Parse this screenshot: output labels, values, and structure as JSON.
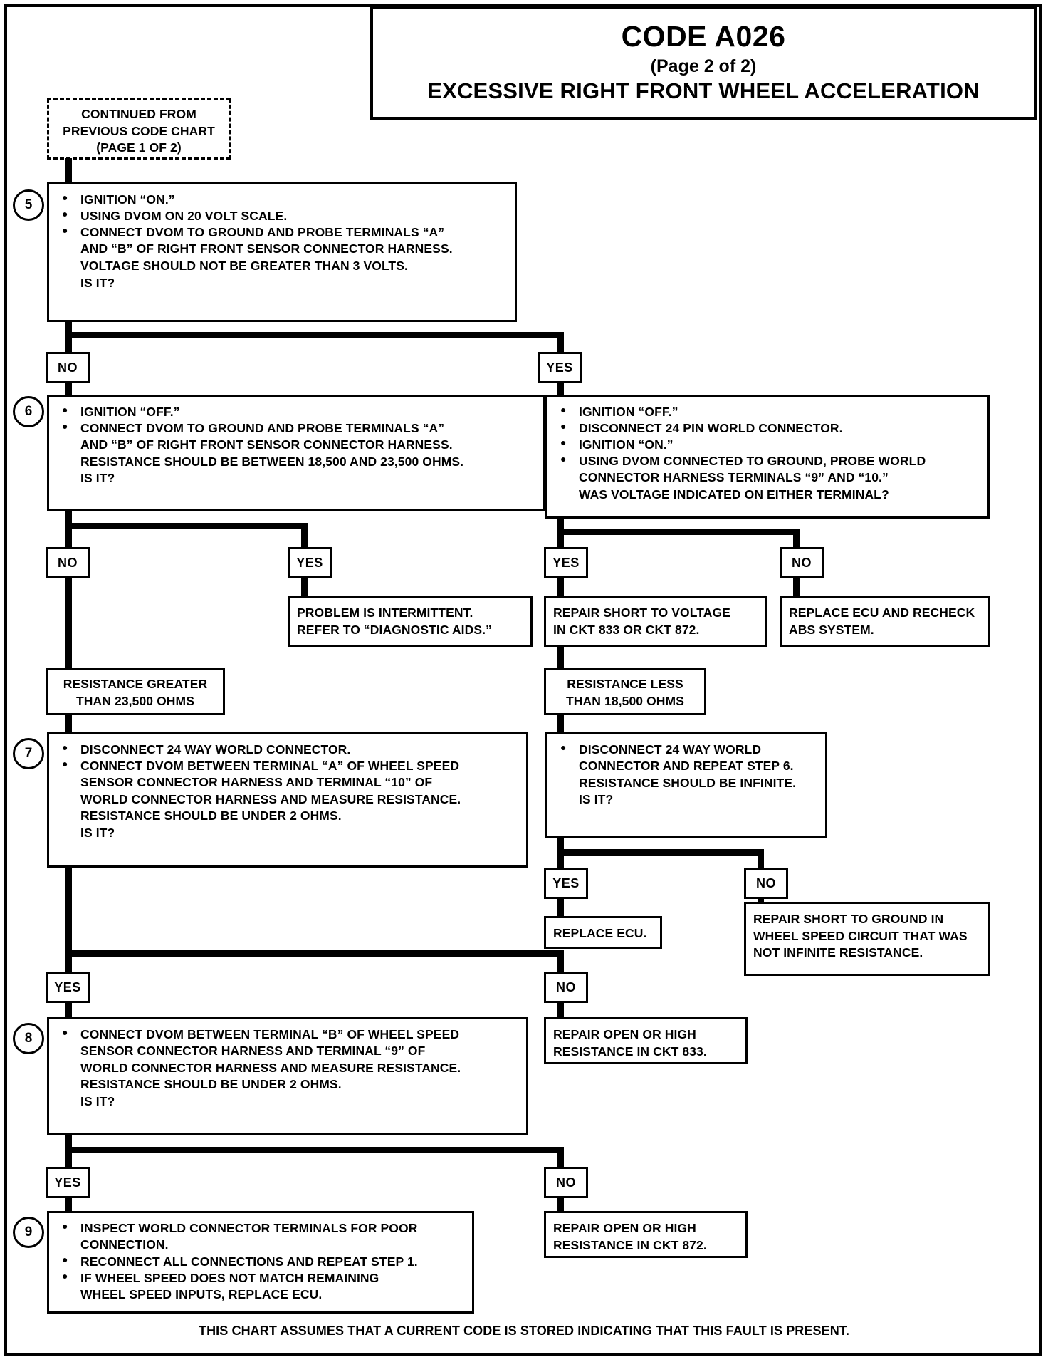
{
  "title": {
    "code": "CODE A026",
    "page": "(Page 2 of 2)",
    "subtitle": "EXCESSIVE RIGHT FRONT WHEEL ACCELERATION"
  },
  "entry": {
    "line1": "CONTINUED FROM",
    "line2": "PREVIOUS CODE CHART",
    "line3": "(PAGE 1 OF 2)"
  },
  "steps": {
    "s5": {
      "number": "5",
      "b1": "IGNITION “ON.”",
      "b2": "USING DVOM ON 20 VOLT SCALE.",
      "b3": "CONNECT DVOM TO GROUND AND PROBE TERMINALS “A”",
      "b3c1": "AND “B” OF RIGHT FRONT SENSOR CONNECTOR HARNESS.",
      "b3c2": "VOLTAGE SHOULD NOT BE GREATER THAN 3 VOLTS.",
      "b3c3": "IS IT?"
    },
    "s6": {
      "number": "6",
      "b1": "IGNITION “OFF.”",
      "b2": "CONNECT DVOM TO GROUND AND PROBE TERMINALS “A”",
      "b2c1": "AND “B” OF RIGHT FRONT SENSOR CONNECTOR HARNESS.",
      "b2c2": "RESISTANCE SHOULD BE BETWEEN 18,500 AND 23,500 OHMS.",
      "b2c3": "IS IT?"
    },
    "s6r": {
      "b1": "IGNITION “OFF.”",
      "b2": "DISCONNECT 24 PIN WORLD CONNECTOR.",
      "b3": "IGNITION “ON.”",
      "b4": "USING DVOM CONNECTED TO GROUND, PROBE WORLD",
      "b4c1": "CONNECTOR HARNESS TERMINALS “9” AND “10.”",
      "b4c2": "WAS VOLTAGE INDICATED ON EITHER TERMINAL?"
    },
    "s7": {
      "number": "7",
      "b1": "DISCONNECT 24 WAY WORLD CONNECTOR.",
      "b2": "CONNECT DVOM BETWEEN TERMINAL “A” OF WHEEL SPEED",
      "b2c1": "SENSOR CONNECTOR HARNESS AND TERMINAL “10” OF",
      "b2c2": "WORLD CONNECTOR HARNESS AND MEASURE RESISTANCE.",
      "b2c3": "RESISTANCE SHOULD BE UNDER 2 OHMS.",
      "b2c4": "IS IT?"
    },
    "s7r": {
      "b1": "DISCONNECT 24 WAY WORLD",
      "b1c1": "CONNECTOR AND REPEAT STEP 6.",
      "b1c2": "RESISTANCE SHOULD BE INFINITE.",
      "b1c3": "IS IT?"
    },
    "s8": {
      "number": "8",
      "b1": "CONNECT DVOM BETWEEN TERMINAL “B” OF WHEEL SPEED",
      "b1c1": "SENSOR CONNECTOR HARNESS AND TERMINAL “9” OF",
      "b1c2": "WORLD CONNECTOR HARNESS AND MEASURE RESISTANCE.",
      "b1c3": "RESISTANCE SHOULD BE UNDER 2 OHMS.",
      "b1c4": "IS IT?"
    },
    "s9": {
      "number": "9",
      "b1": "INSPECT WORLD CONNECTOR TERMINALS FOR POOR",
      "b1c1": "CONNECTION.",
      "b2": "RECONNECT ALL CONNECTIONS AND REPEAT STEP 1.",
      "b3": "IF WHEEL SPEED DOES NOT MATCH REMAINING",
      "b3c1": "WHEEL SPEED INPUTS, REPLACE ECU."
    }
  },
  "tags": {
    "t5_no": "NO",
    "t5_yes": "YES",
    "t6_no": "NO",
    "t6_yes": "YES",
    "t6r_yes": "YES",
    "t6r_no": "NO",
    "t7_yes": "YES",
    "t7r_yes": "YES",
    "t7r_no": "NO",
    "t8_yes": "YES",
    "t8_no": "NO",
    "t9_yes": "YES",
    "t9_no": "NO"
  },
  "results": {
    "intermittent_l1": "PROBLEM IS INTERMITTENT.",
    "intermittent_l2": "REFER TO “DIAGNOSTIC AIDS.”",
    "short_voltage_l1": "REPAIR SHORT TO VOLTAGE",
    "short_voltage_l2": "IN CKT 833 OR CKT 872.",
    "replace_ecu_recheck_l1": "REPLACE ECU AND RECHECK",
    "replace_ecu_recheck_l2": "ABS SYSTEM.",
    "replace_ecu": "REPLACE ECU.",
    "short_ground_l1": "REPAIR SHORT TO GROUND IN",
    "short_ground_l2": "WHEEL SPEED CIRCUIT THAT WAS",
    "short_ground_l3": "NOT INFINITE RESISTANCE.",
    "open_833_l1": "REPAIR OPEN OR HIGH",
    "open_833_l2": "RESISTANCE IN CKT 833.",
    "open_872_l1": "REPAIR OPEN OR HIGH",
    "open_872_l2": "RESISTANCE IN CKT 872."
  },
  "branch_labels": {
    "res_greater_l1": "RESISTANCE GREATER",
    "res_greater_l2": "THAN 23,500 OHMS",
    "res_less_l1": "RESISTANCE LESS",
    "res_less_l2": "THAN 18,500 OHMS"
  },
  "footer": "THIS CHART ASSUMES THAT A CURRENT CODE IS STORED INDICATING THAT THIS FAULT IS PRESENT."
}
